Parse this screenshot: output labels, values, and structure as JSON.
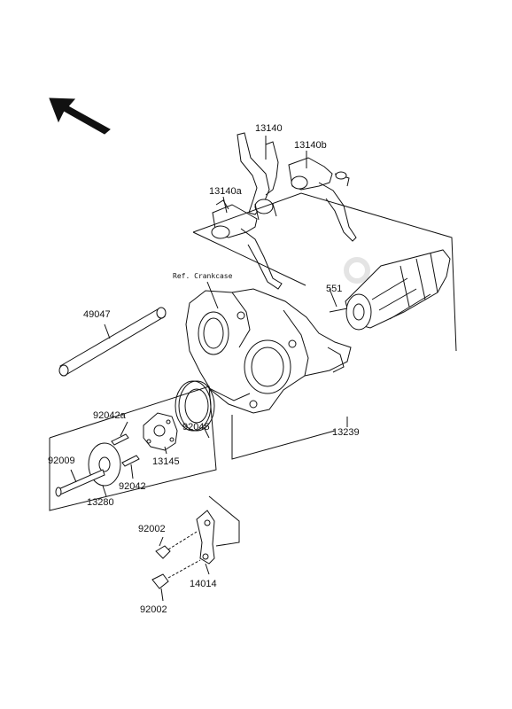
{
  "labels": {
    "p13140": "13140",
    "p13140b": "13140b",
    "p13140a": "13140a",
    "ref_crankcase": "Ref. Crankcase",
    "p551": "551",
    "p49047": "49047",
    "p92042a": "92042a",
    "p92009": "92009",
    "p13145": "13145",
    "p92045": "92045",
    "p13239": "13239",
    "p92042": "92042",
    "p13280": "13280",
    "p92002_top": "92002",
    "p14014": "14014",
    "p92002_bottom": "92002"
  },
  "icons": {
    "direction_arrow": "front-direction-arrow-icon"
  },
  "colors": {
    "line": "#111111",
    "background": "#ffffff"
  }
}
